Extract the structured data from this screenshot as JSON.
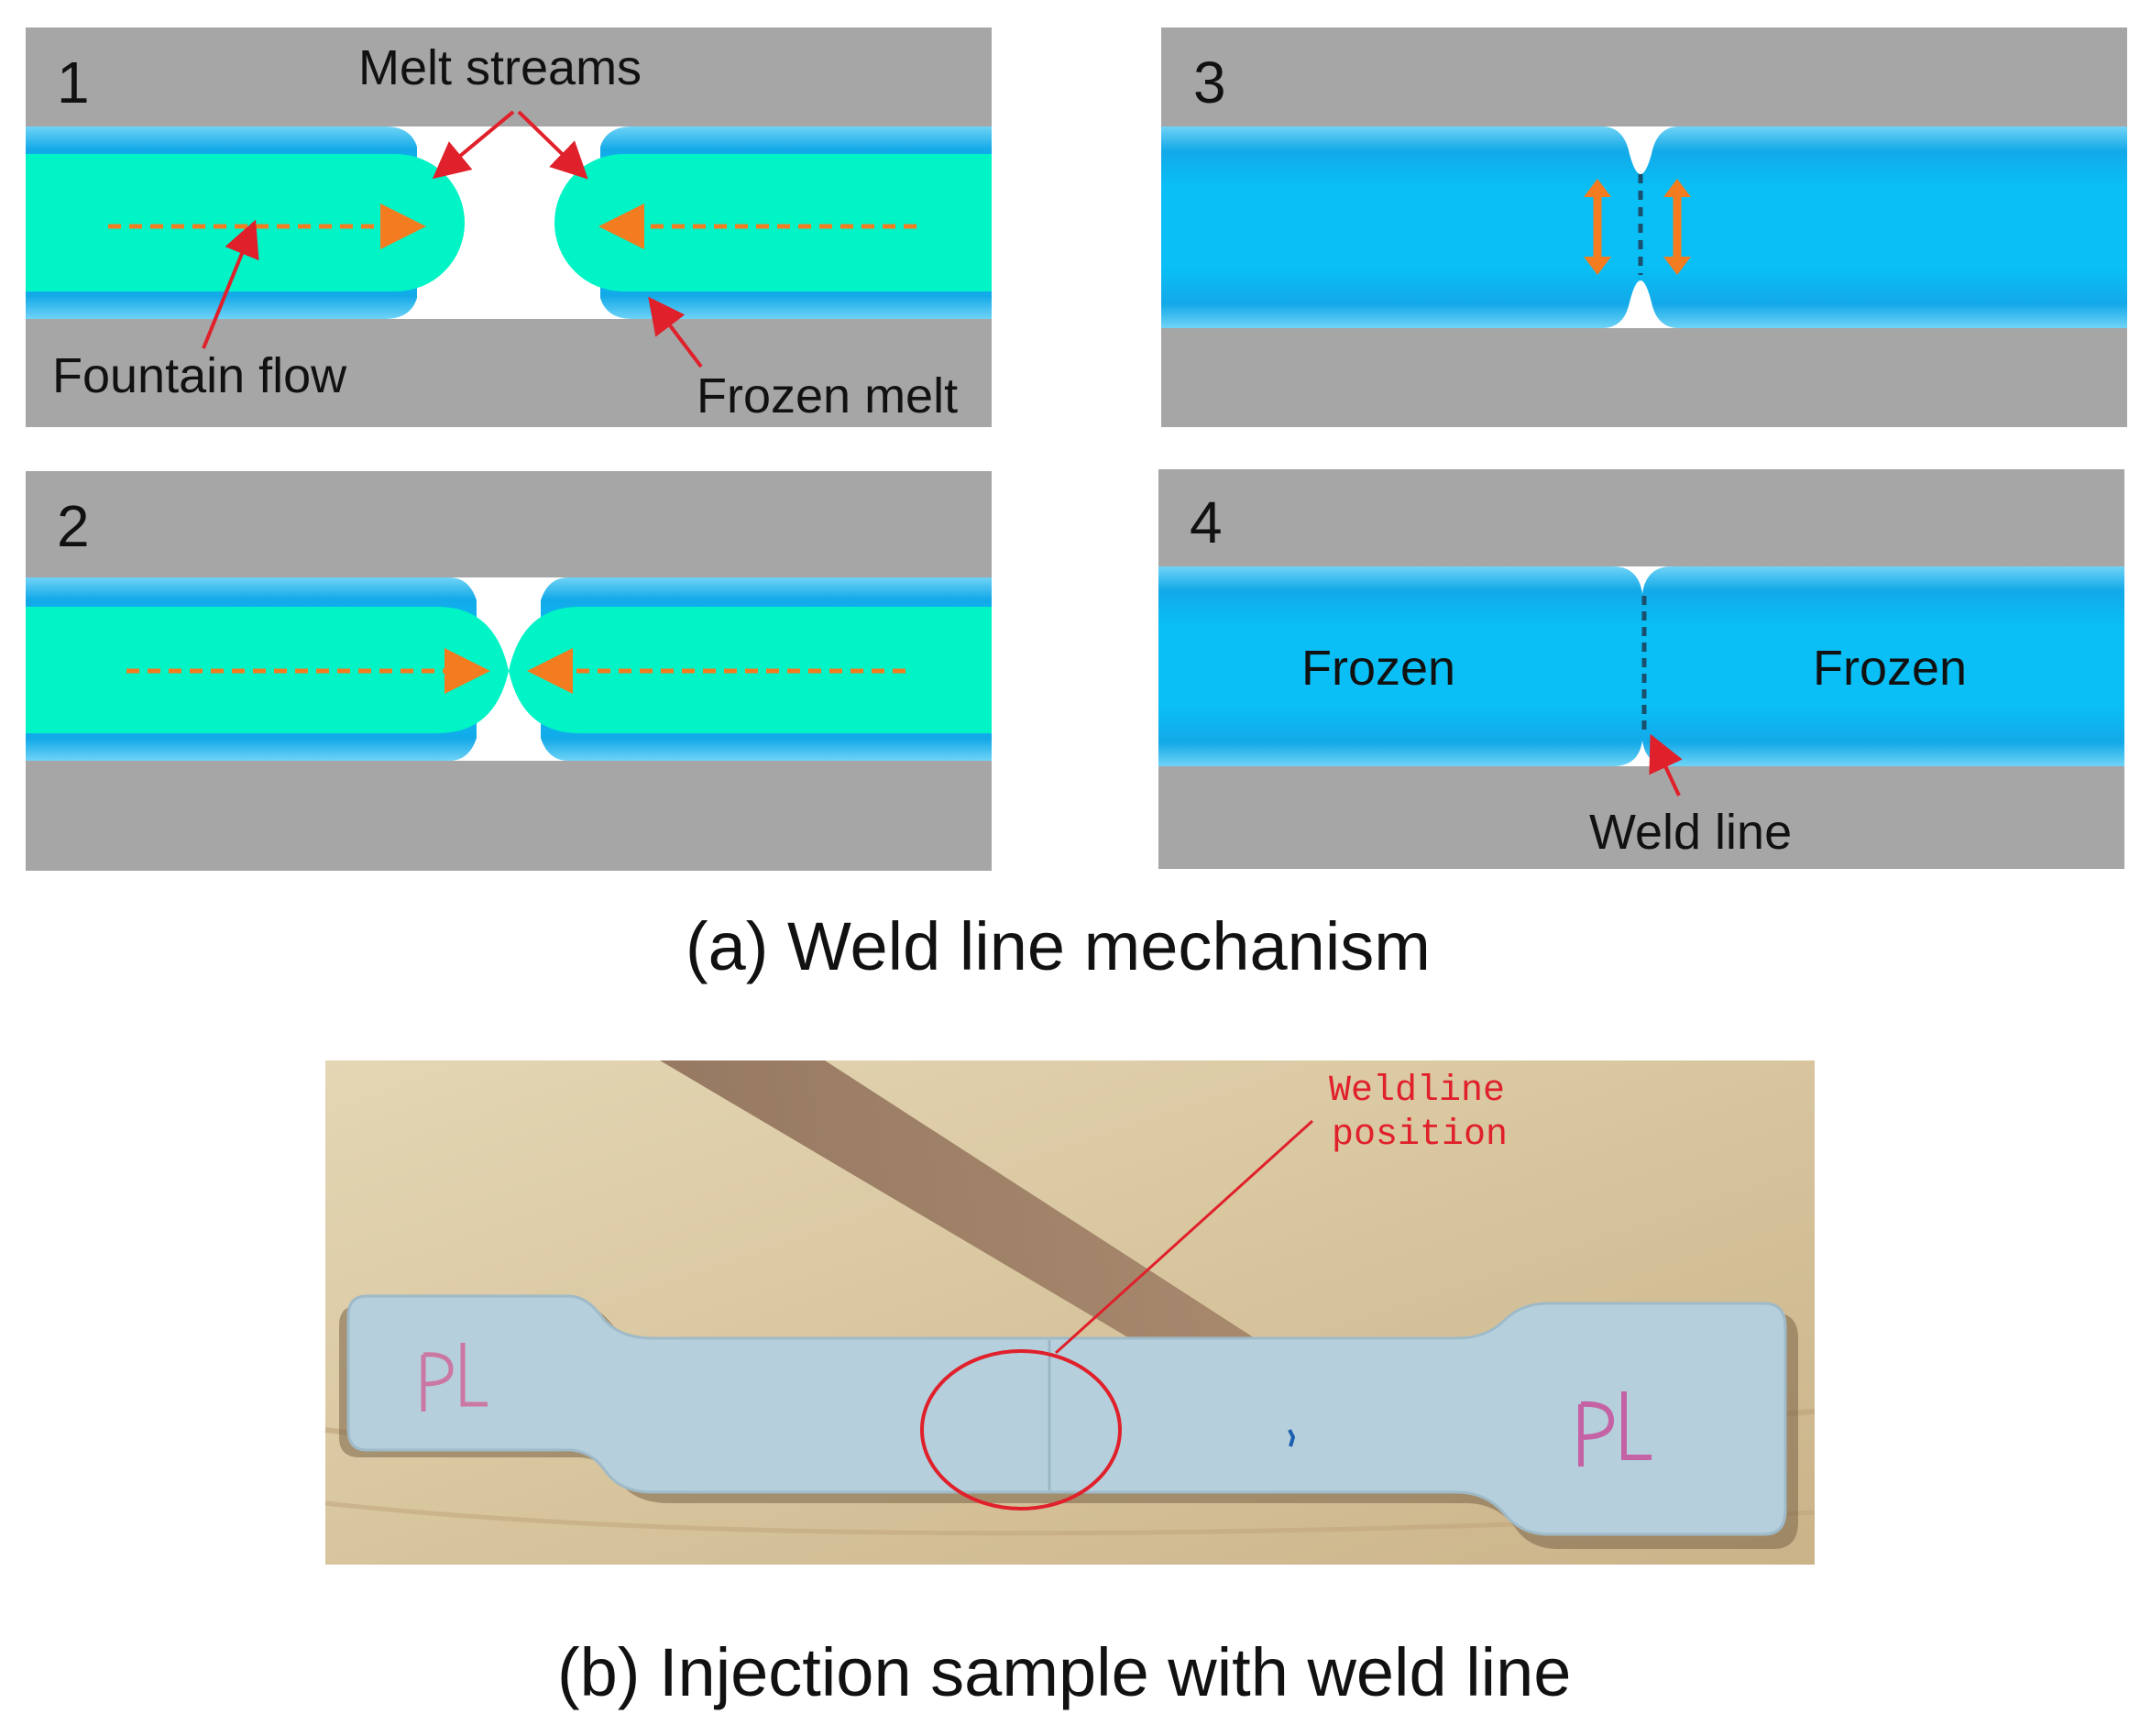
{
  "panel_a": {
    "caption": "(a) Weld line mechanism",
    "step1": {
      "number": "1",
      "label_melt_streams": "Melt streams",
      "label_fountain_flow": "Fountain flow",
      "label_frozen_melt": "Frozen melt"
    },
    "step2": {
      "number": "2"
    },
    "step3": {
      "number": "3"
    },
    "step4": {
      "number": "4",
      "label_frozen_left": "Frozen",
      "label_frozen_right": "Frozen",
      "label_weld_line": "Weld line"
    }
  },
  "panel_b": {
    "caption": "(b) Injection sample with weld line",
    "annotation_line1": "Weldline",
    "annotation_line2": "position",
    "specimen_marks": [
      "PL",
      "PL"
    ]
  },
  "colors": {
    "mold": "#a6a6a6",
    "cavity": "#ffffff",
    "frozen_layer": "#17b6ee",
    "molten_core": "#00f4c6",
    "flow_arrow": "#f47c20",
    "pointer_arrow": "#e0202a",
    "specimen": "#b5cfdc",
    "wood": "#d8c6a0"
  }
}
